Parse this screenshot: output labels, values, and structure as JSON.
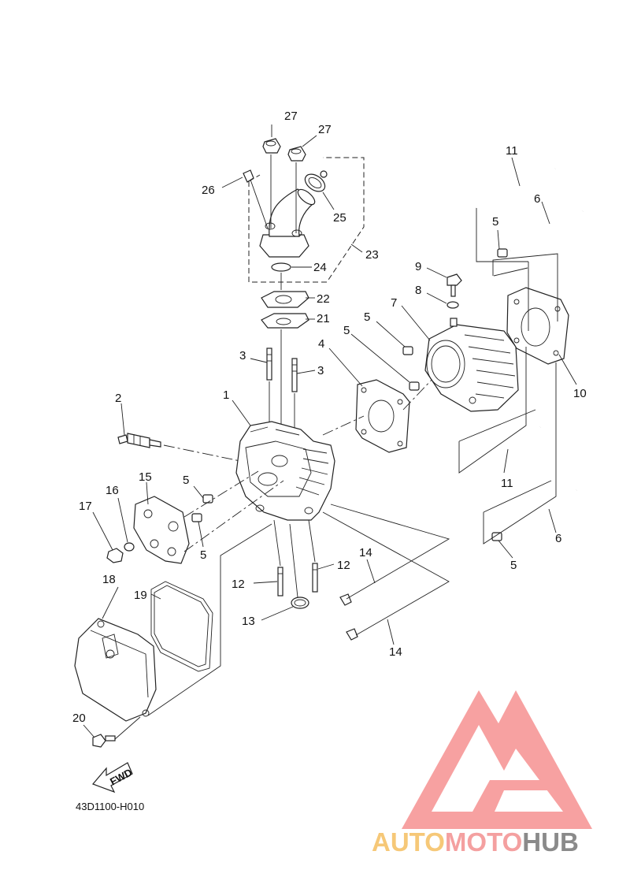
{
  "diagram_code": "43D1100-H010",
  "fwd_label": "FWD",
  "callouts": [
    {
      "id": "c27a",
      "text": "27"
    },
    {
      "id": "c27b",
      "text": "27"
    },
    {
      "id": "c26",
      "text": "26"
    },
    {
      "id": "c25",
      "text": "25"
    },
    {
      "id": "c23",
      "text": "23"
    },
    {
      "id": "c24",
      "text": "24"
    },
    {
      "id": "c22",
      "text": "22"
    },
    {
      "id": "c21",
      "text": "21"
    },
    {
      "id": "c3a",
      "text": "3"
    },
    {
      "id": "c3b",
      "text": "3"
    },
    {
      "id": "c2",
      "text": "2"
    },
    {
      "id": "c1",
      "text": "1"
    },
    {
      "id": "c4",
      "text": "4"
    },
    {
      "id": "c5a",
      "text": "5"
    },
    {
      "id": "c5b",
      "text": "5"
    },
    {
      "id": "c5c",
      "text": "5"
    },
    {
      "id": "c5d",
      "text": "5"
    },
    {
      "id": "c5e",
      "text": "5"
    },
    {
      "id": "c5f",
      "text": "5"
    },
    {
      "id": "c7",
      "text": "7"
    },
    {
      "id": "c8",
      "text": "8"
    },
    {
      "id": "c9",
      "text": "9"
    },
    {
      "id": "c11a",
      "text": "11"
    },
    {
      "id": "c11b",
      "text": "11"
    },
    {
      "id": "c6a",
      "text": "6"
    },
    {
      "id": "c6b",
      "text": "6"
    },
    {
      "id": "c10",
      "text": "10"
    },
    {
      "id": "c15",
      "text": "15"
    },
    {
      "id": "c16",
      "text": "16"
    },
    {
      "id": "c17",
      "text": "17"
    },
    {
      "id": "c12a",
      "text": "12"
    },
    {
      "id": "c12b",
      "text": "12"
    },
    {
      "id": "c13",
      "text": "13"
    },
    {
      "id": "c14a",
      "text": "14"
    },
    {
      "id": "c14b",
      "text": "14"
    },
    {
      "id": "c18",
      "text": "18"
    },
    {
      "id": "c19",
      "text": "19"
    },
    {
      "id": "c20",
      "text": "20"
    }
  ],
  "watermark": {
    "parts": [
      {
        "text": "AUTO",
        "color": "#f6c878"
      },
      {
        "text": "MOTO",
        "color": "#f4a0a0"
      },
      {
        "text": "HUB",
        "color": "#8a8a8a"
      }
    ],
    "logo_color": "#f7a1a1"
  }
}
